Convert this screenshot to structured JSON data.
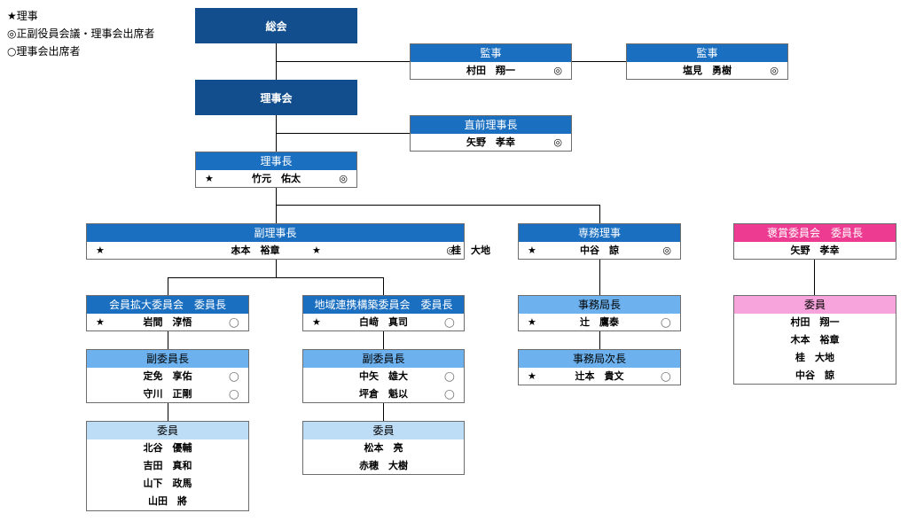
{
  "legend": {
    "item1": "★理事",
    "item2": "◎正副役員会議・理事会出席者",
    "item3": "○理事会出席者"
  },
  "marks": {
    "star": "★",
    "double": "◎",
    "circle": "○"
  },
  "general_assembly": "総会",
  "board": "理事会",
  "auditor1": {
    "title": "監事",
    "name": "村田　翔一"
  },
  "auditor2": {
    "title": "監事",
    "name": "塩見　勇樹"
  },
  "past_president": {
    "title": "直前理事長",
    "name": "矢野　孝幸"
  },
  "president": {
    "title": "理事長",
    "name": "竹元　佑太"
  },
  "vice_president": {
    "title": "副理事長",
    "name1": "木本　裕章",
    "name2": "桂　大地"
  },
  "executive_director": {
    "title": "専務理事",
    "name": "中谷　諒"
  },
  "award_committee": {
    "title": "褒賞委員会　委員長",
    "name": "矢野　孝幸",
    "members_title": "委員",
    "members": [
      "村田　翔一",
      "木本　裕章",
      "桂　大地",
      "中谷　諒"
    ]
  },
  "membership_committee": {
    "title": "会員拡大委員会　委員長",
    "chair": "岩間　淳悟",
    "vice_title": "副委員長",
    "vice": [
      "定免　享佑",
      "守川　正剛"
    ],
    "members_title": "委員",
    "members": [
      "北谷　優輔",
      "吉田　真和",
      "山下　政馬",
      "山田　將"
    ]
  },
  "regional_committee": {
    "title": "地域連携構築委員会　委員長",
    "chair": "白﨑　真司",
    "vice_title": "副委員長",
    "vice": [
      "中矢　雄大",
      "坪倉　魁以"
    ],
    "members_title": "委員",
    "members": [
      "松本　亮",
      "赤穂　大樹"
    ]
  },
  "secretariat": {
    "head_title": "事務局長",
    "head": "辻　鷹泰",
    "deputy_title": "事務局次長",
    "deputy": "辻本　貴文"
  }
}
